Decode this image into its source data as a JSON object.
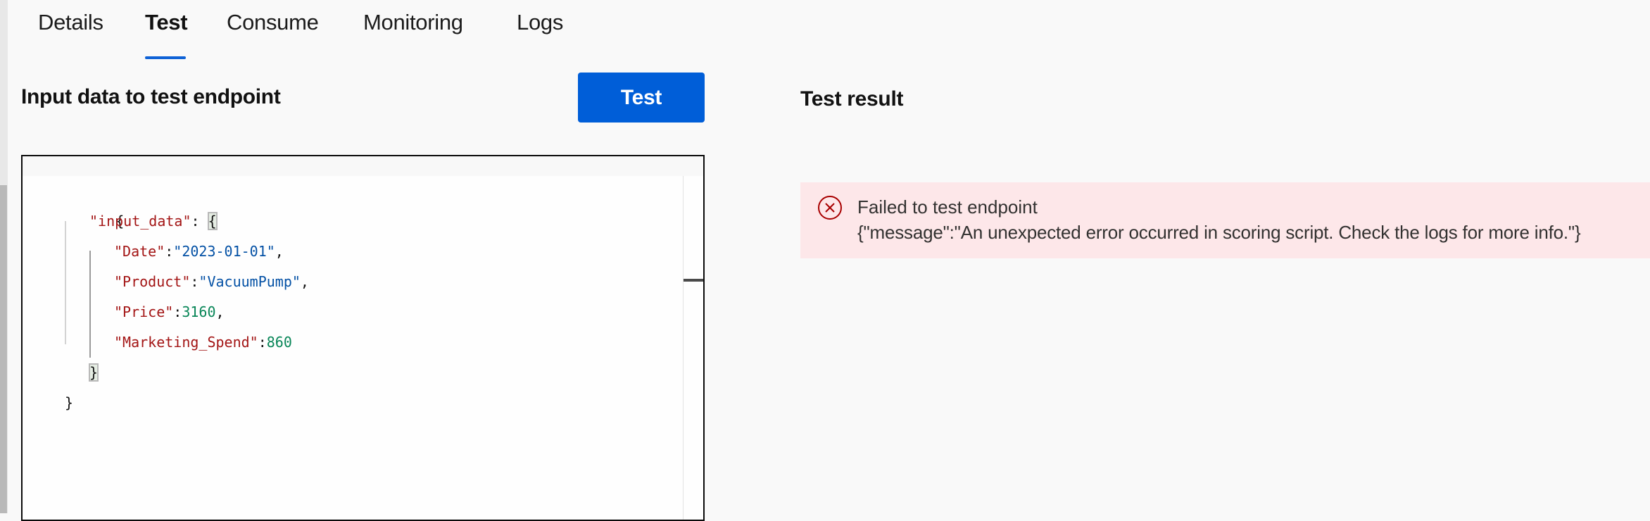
{
  "tabs": [
    {
      "label": "Details",
      "active": false
    },
    {
      "label": "Test",
      "active": true
    },
    {
      "label": "Consume",
      "active": false
    },
    {
      "label": "Monitoring",
      "active": false
    },
    {
      "label": "Logs",
      "active": false
    }
  ],
  "input_panel": {
    "title": "Input data to test endpoint",
    "test_button_label": "Test"
  },
  "editor": {
    "lines": [
      {
        "open": "{"
      },
      {
        "key": "\"input_data\"",
        "sep": ": ",
        "open": "{"
      },
      {
        "key": "\"Date\"",
        "sep": ":",
        "value": "\"2023-01-01\"",
        "value_type": "string",
        "trail": ","
      },
      {
        "key": "\"Product\"",
        "sep": ":",
        "value": "\"VacuumPump\"",
        "value_type": "string",
        "trail": ","
      },
      {
        "key": "\"Price\"",
        "sep": ":",
        "value": "3160",
        "value_type": "number",
        "trail": ","
      },
      {
        "key": "\"Marketing_Spend\"",
        "sep": ":",
        "value": "860",
        "value_type": "number",
        "trail": ""
      },
      {
        "close": "}"
      },
      {
        "close": "}"
      }
    ]
  },
  "result_panel": {
    "title": "Test result",
    "error": {
      "icon": "error-circle-x-icon",
      "title": "Failed to test endpoint",
      "message": "{\"message\":\"An unexpected error occurred in scoring script. Check the logs for more info.\"}"
    }
  },
  "colors": {
    "accent": "#005ed8",
    "tab_underline": "#0f62d6",
    "error_background": "#fde7e9",
    "error_icon": "#a80000",
    "json_key": "#a31515",
    "json_string": "#0451a5",
    "json_number": "#098658"
  }
}
